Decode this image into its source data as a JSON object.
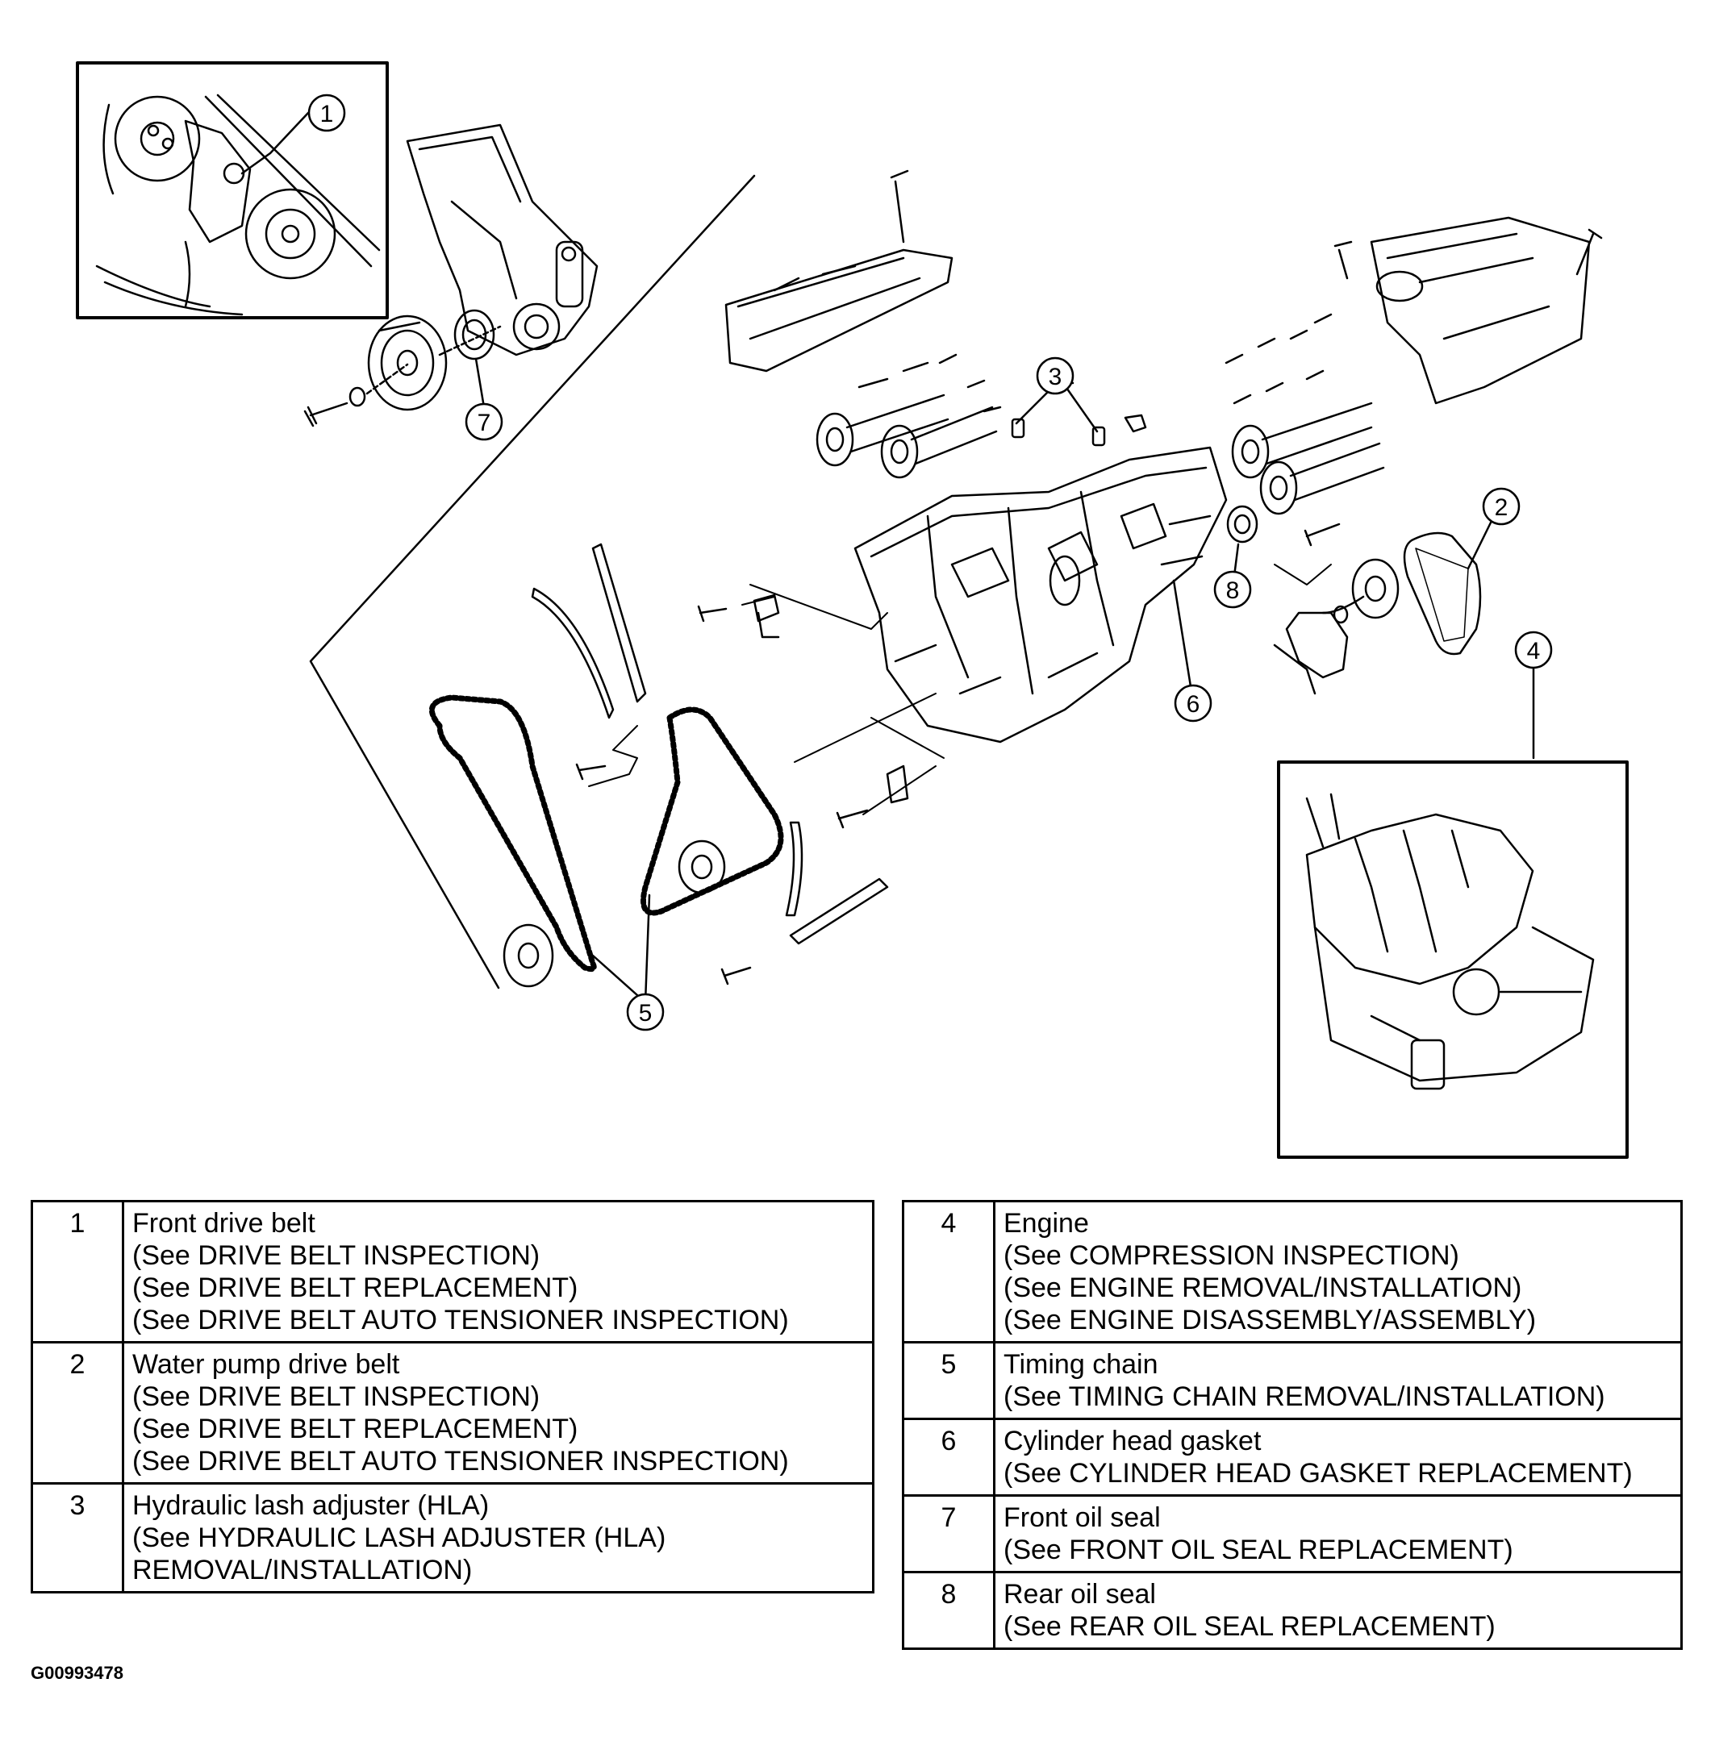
{
  "callouts": [
    "1",
    "2",
    "3",
    "4",
    "5",
    "6",
    "7",
    "8"
  ],
  "legend_left": [
    {
      "num": "1",
      "lines": [
        "Front drive belt",
        "(See DRIVE BELT INSPECTION)",
        "(See DRIVE BELT REPLACEMENT)",
        "(See DRIVE BELT AUTO TENSIONER INSPECTION)"
      ]
    },
    {
      "num": "2",
      "lines": [
        "Water pump drive belt",
        "(See DRIVE BELT INSPECTION)",
        "(See DRIVE BELT REPLACEMENT)",
        "(See DRIVE BELT AUTO TENSIONER INSPECTION)"
      ]
    },
    {
      "num": "3",
      "lines": [
        "Hydraulic lash adjuster (HLA)",
        "(See HYDRAULIC LASH ADJUSTER (HLA)",
        " REMOVAL/INSTALLATION)"
      ]
    }
  ],
  "legend_right": [
    {
      "num": "4",
      "lines": [
        "Engine",
        "(See COMPRESSION INSPECTION)",
        "(See ENGINE REMOVAL/INSTALLATION)",
        "(See  ENGINE DISASSEMBLY/ASSEMBLY)"
      ]
    },
    {
      "num": "5",
      "lines": [
        "Timing chain",
        "(See  TIMING CHAIN REMOVAL/INSTALLATION)"
      ]
    },
    {
      "num": "6",
      "lines": [
        "Cylinder head gasket",
        "(See CYLINDER HEAD GASKET REPLACEMENT)"
      ]
    },
    {
      "num": "7",
      "lines": [
        "Front oil seal",
        "(See  FRONT OIL SEAL REPLACEMENT)"
      ]
    },
    {
      "num": "8",
      "lines": [
        "Rear oil seal",
        "(See  REAR OIL SEAL REPLACEMENT)"
      ]
    }
  ],
  "figure_id": "G00993478"
}
